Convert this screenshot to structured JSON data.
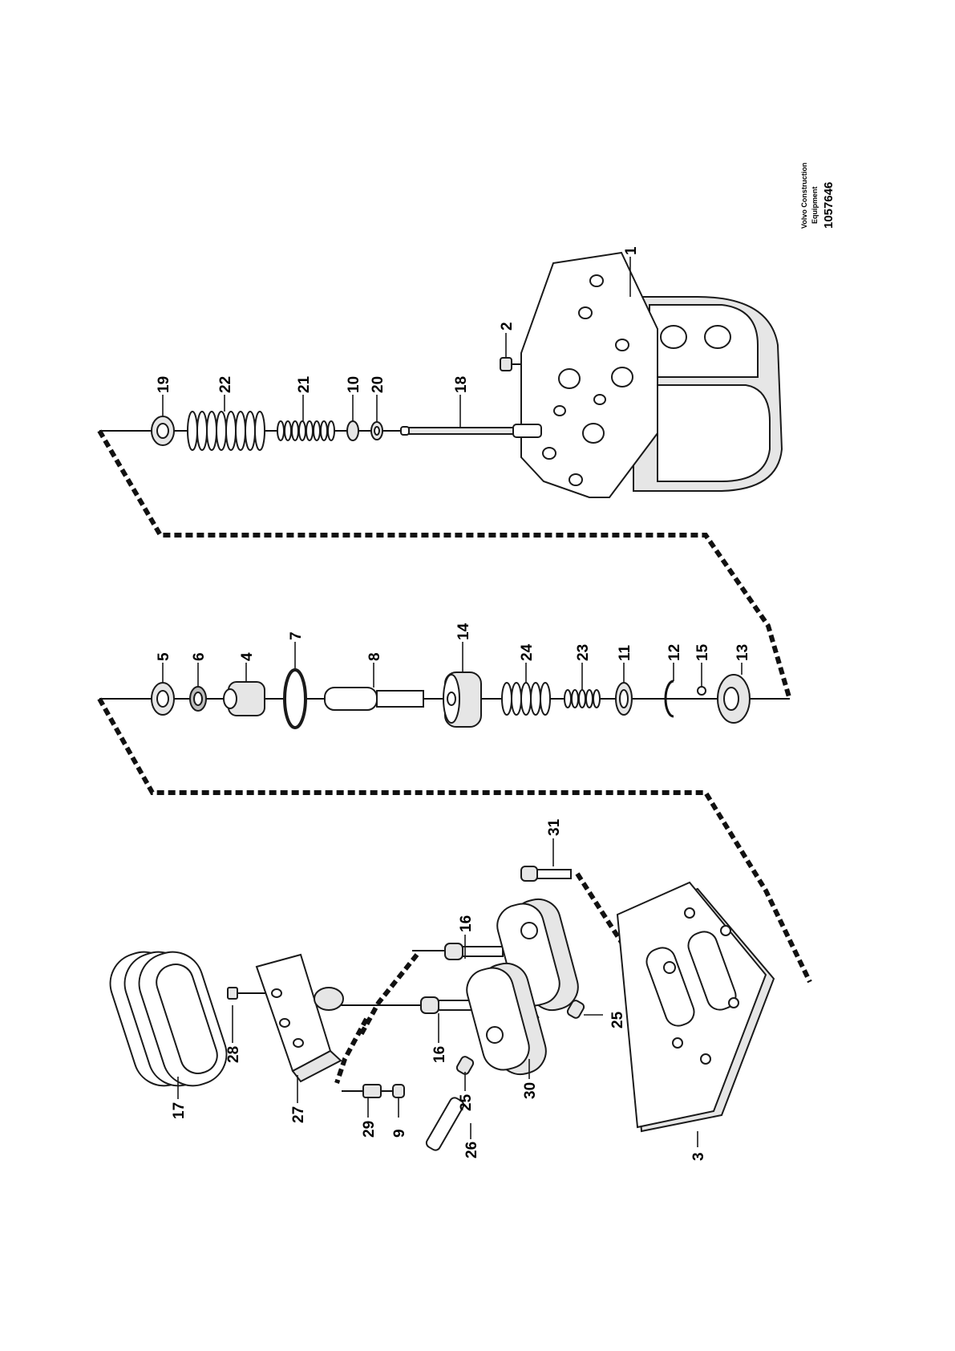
{
  "watermark": {
    "line1": "Volvo Construction",
    "line2": "Equipment",
    "number": "1057646"
  },
  "callouts": {
    "c1": "1",
    "c2": "2",
    "c3": "3",
    "c4": "4",
    "c5": "5",
    "c6": "6",
    "c7": "7",
    "c8": "8",
    "c9": "9",
    "c10": "10",
    "c11": "11",
    "c12": "12",
    "c13": "13",
    "c14": "14",
    "c15": "15",
    "c16a": "16",
    "c16b": "16",
    "c17": "17",
    "c18": "18",
    "c19": "19",
    "c20": "20",
    "c21": "21",
    "c22": "22",
    "c23": "23",
    "c24": "24",
    "c25a": "25",
    "c25b": "25",
    "c26": "26",
    "c27": "27",
    "c28": "28",
    "c29": "29",
    "c30": "30",
    "c31": "31"
  }
}
